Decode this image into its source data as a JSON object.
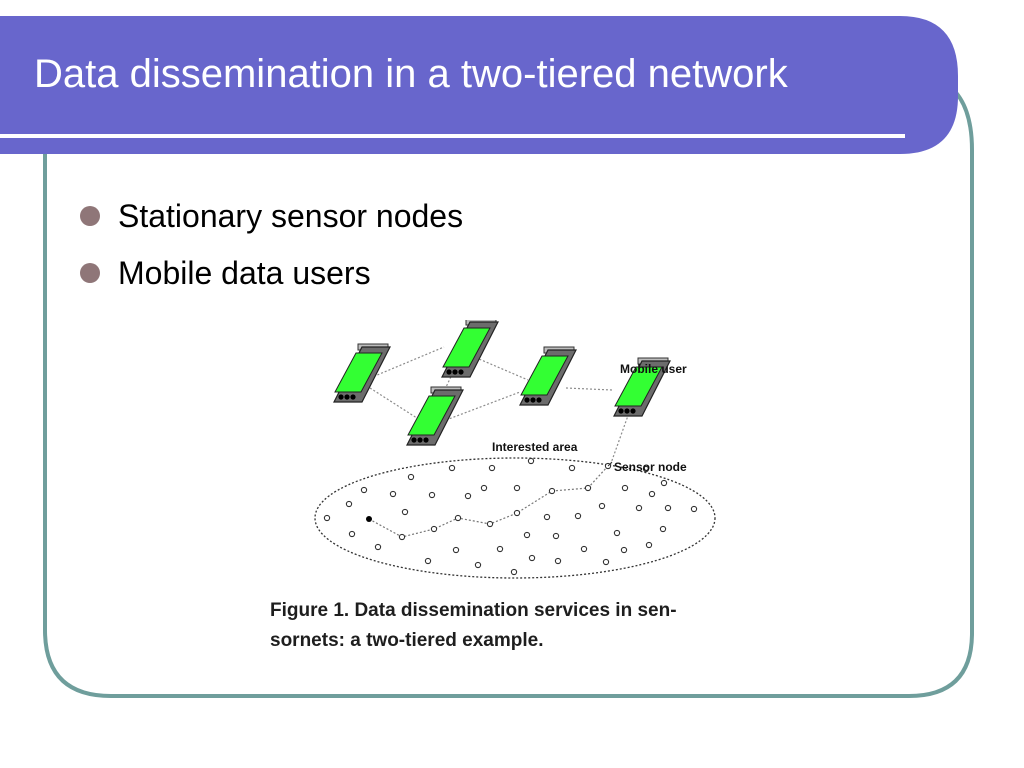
{
  "slide": {
    "title": "Data dissemination in a two-tiered network",
    "bullets": [
      "Stationary sensor nodes",
      "Mobile data users"
    ],
    "colors": {
      "title_band": "#6866cc",
      "frame": "#6f9e9c",
      "bullet": "#8f7678",
      "device_screen": "#33ff33"
    }
  },
  "figure": {
    "labels": {
      "mobile_user": "Mobile user",
      "interested_area": "Interested area",
      "sensor_node": "Sensor node"
    },
    "caption": [
      "Figure 1. Data dissemination services in sen-",
      "sornets:  a two-tiered example."
    ]
  }
}
